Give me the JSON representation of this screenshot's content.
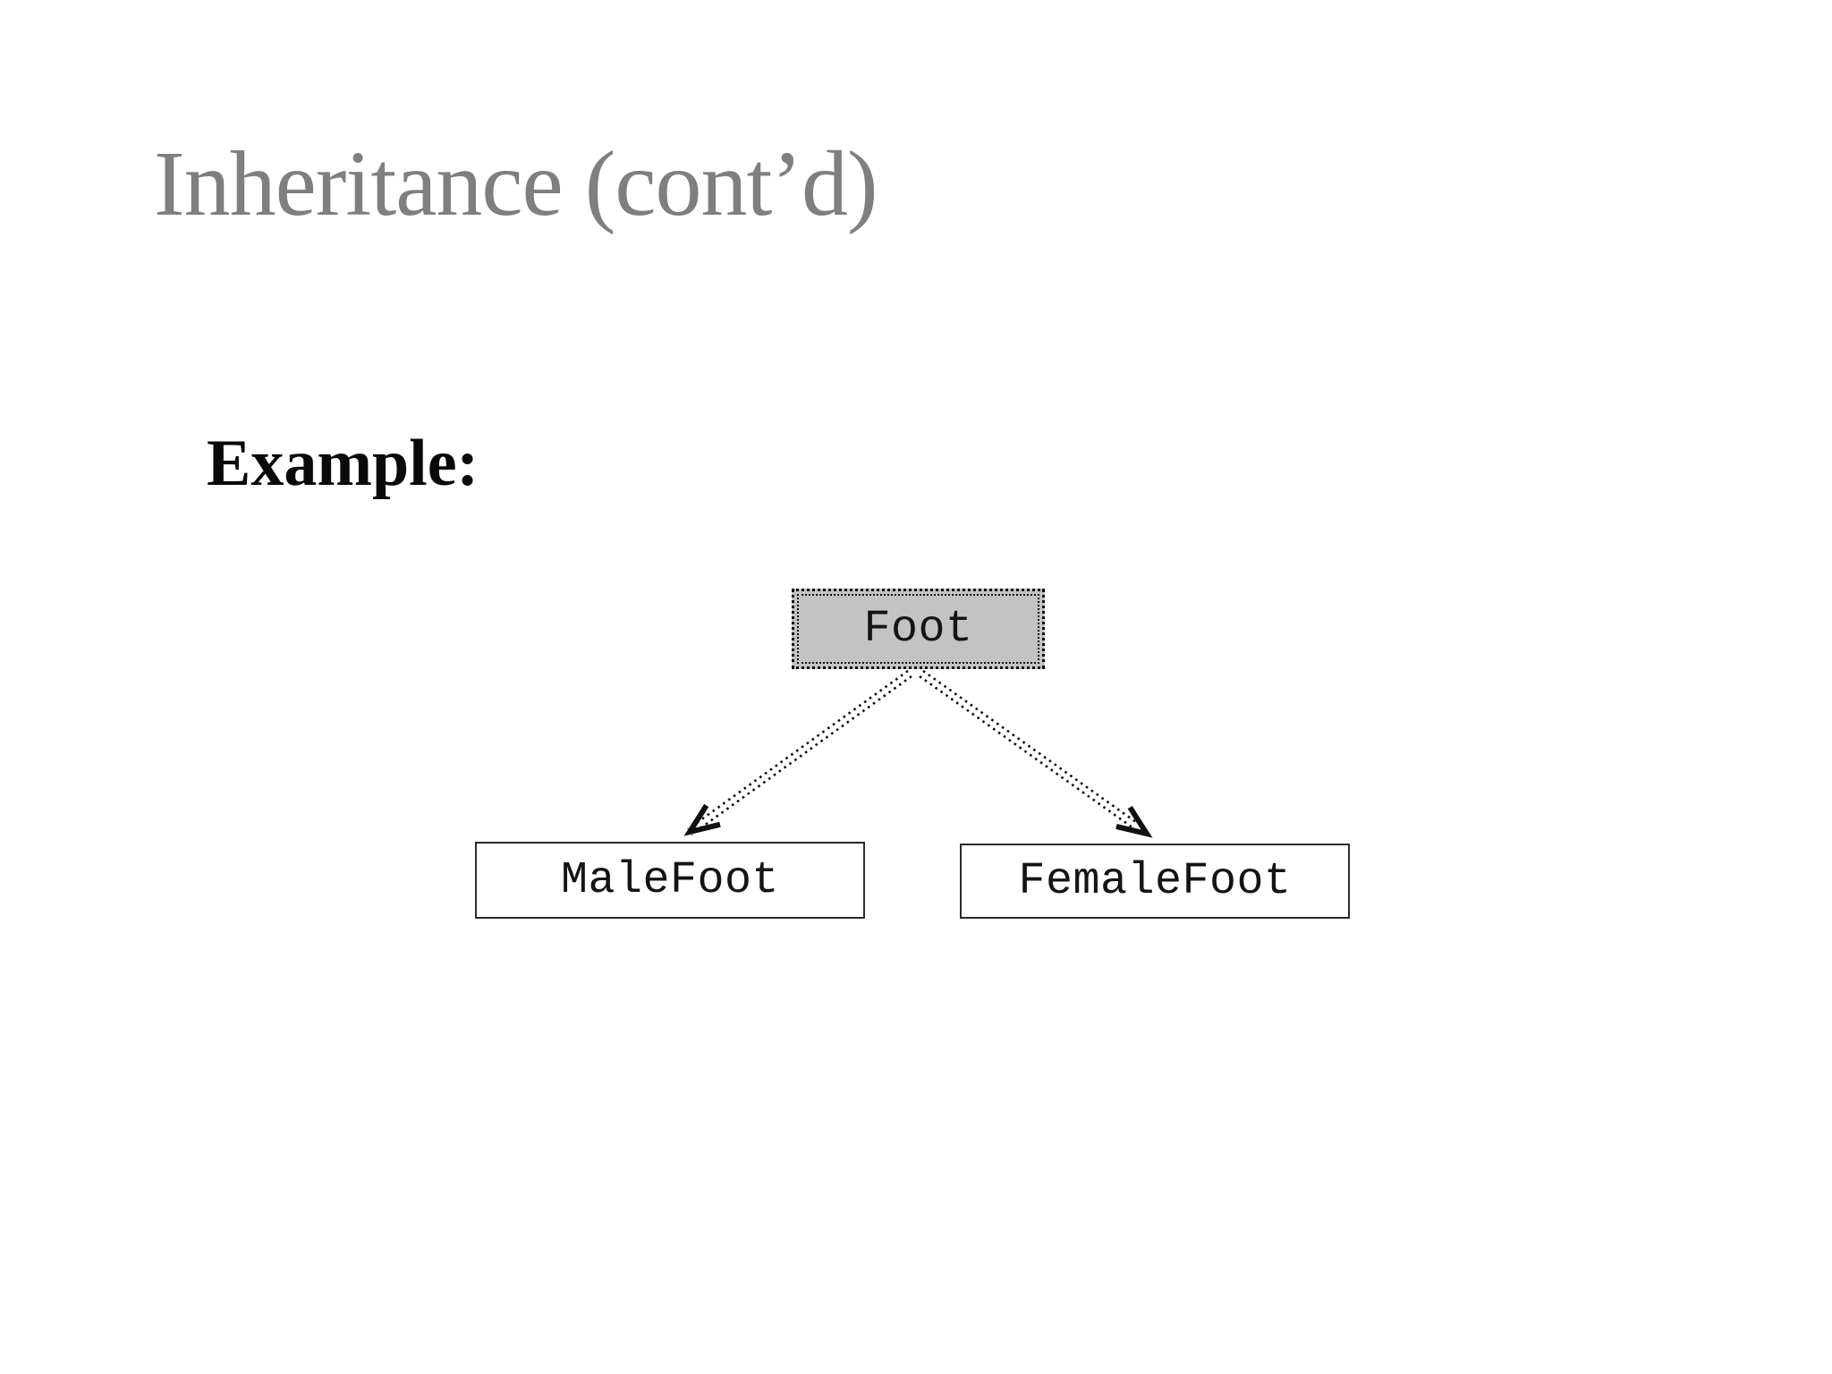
{
  "slide": {
    "title": "Inheritance (cont’d)",
    "example_label": "Example:"
  },
  "diagram": {
    "parent_class": {
      "label": "Foot"
    },
    "child_classes": [
      {
        "label": "MaleFoot"
      },
      {
        "label": "FemaleFoot"
      }
    ],
    "relation": "inheritance (dotted arrows from parent to children)",
    "colors": {
      "title_gray": "#7f7f7f",
      "parent_fill": "#c3c3c3",
      "line_black": "#111111",
      "background": "#ffffff"
    }
  }
}
